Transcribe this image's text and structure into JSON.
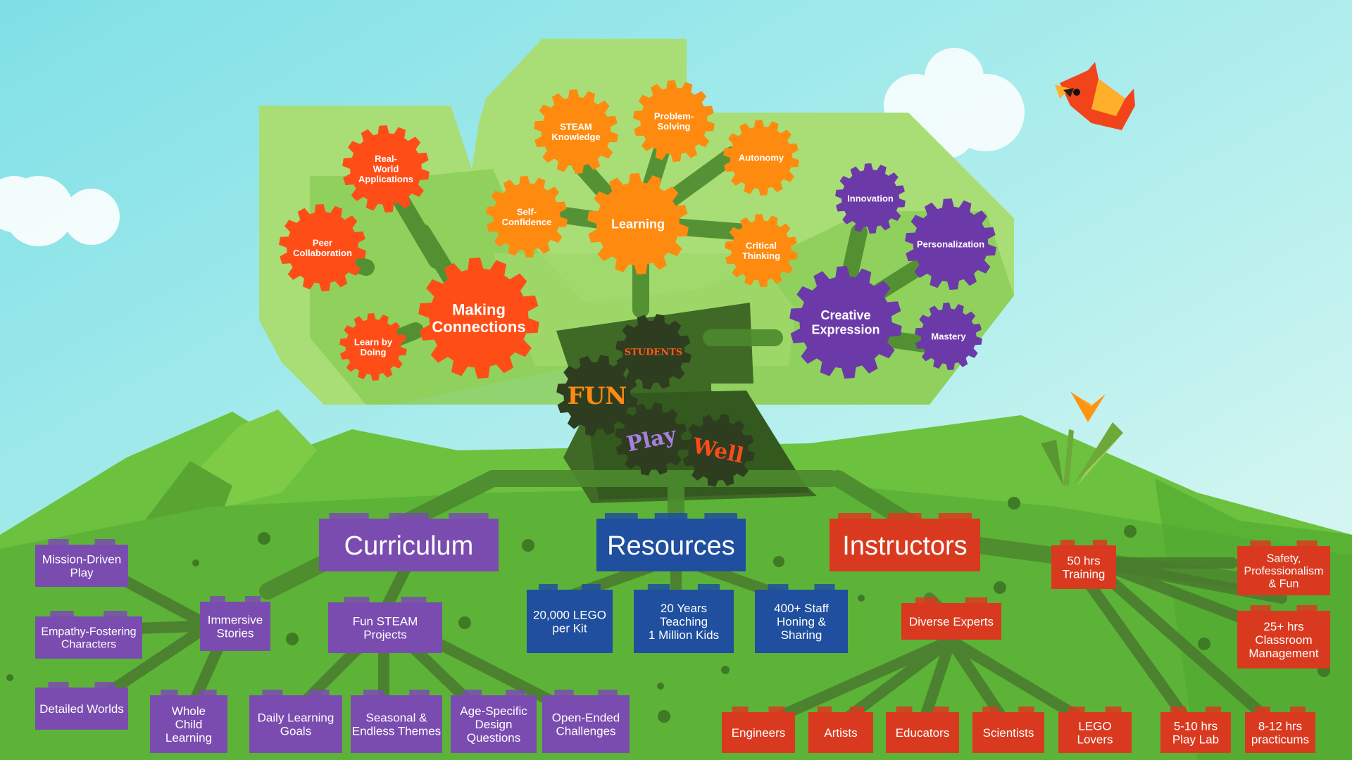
{
  "colors": {
    "sky_top": "#8fe3ea",
    "sky_bottom": "#dff7f5",
    "hill_green": "#5fb53a",
    "canopy_light": "#a6dc73",
    "canopy_mid": "#8fcf5c",
    "trunk": "#3f6a26",
    "orange_red": "#ff4d17",
    "orange": "#ff8a10",
    "purple": "#6c3aa8",
    "purple_brick": "#7a4cb0",
    "blue_brick": "#1f4f9e",
    "red_brick": "#d93a1f",
    "dark_gear": "#2e3d1f"
  },
  "gears": {
    "real_world": "Real-\nWorld\nApplications",
    "peer_collab": "Peer\nCollaboration",
    "making_connections": "Making\nConnections",
    "learn_by_doing": "Learn by\nDoing",
    "steam_knowledge": "STEAM\nKnowledge",
    "problem_solving": "Problem-\nSolving",
    "autonomy": "Autonomy",
    "self_confidence": "Self-\nConfidence",
    "learning": "Learning",
    "critical_thinking": "Critical\nThinking",
    "innovation": "Innovation",
    "personalization": "Personalization",
    "creative_expression": "Creative\nExpression",
    "mastery": "Mastery",
    "students": "STUDENTS",
    "fun": "FUN",
    "play": "Play",
    "well": "Well"
  },
  "pillars": {
    "curriculum": "Curriculum",
    "resources": "Resources",
    "instructors": "Instructors"
  },
  "curriculum_items": {
    "mission_driven": "Mission-Driven\nPlay",
    "empathy": "Empathy-Fostering\nCharacters",
    "detailed_worlds": "Detailed Worlds",
    "immersive": "Immersive\nStories",
    "whole_child": "Whole\nChild\nLearning",
    "fun_steam": "Fun STEAM\nProjects",
    "daily_goals": "Daily Learning\nGoals",
    "seasonal": "Seasonal &\nEndless Themes",
    "age_specific": "Age-Specific\nDesign\nQuestions",
    "open_ended": "Open-Ended\nChallenges"
  },
  "resources_items": {
    "lego": "20,000 LEGO\nper Kit",
    "years": "20 Years\nTeaching\n1 Million Kids",
    "staff": "400+ Staff\nHoning &\nSharing"
  },
  "instructors_items": {
    "diverse": "Diverse Experts",
    "engineers": "Engineers",
    "artists": "Artists",
    "educators": "Educators",
    "scientists": "Scientists",
    "lego_lovers": "LEGO\nLovers",
    "training": "50 hrs\nTraining",
    "play_lab": "5-10 hrs\nPlay Lab",
    "practicums": "8-12 hrs\npracticums",
    "safety": "Safety,\nProfessionalism\n& Fun",
    "classroom": "25+ hrs\nClassroom\nManagement"
  }
}
